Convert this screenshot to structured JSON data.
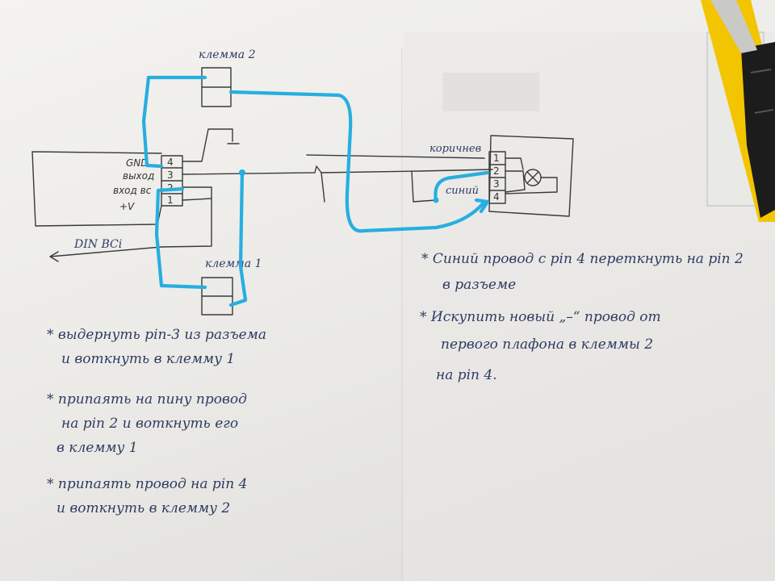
{
  "labels": {
    "terminal_2": "клемма 2",
    "terminal_1": "клемма 1",
    "gnd": "GND",
    "output": "выход",
    "input": "вход вс",
    "plus_v": "+V",
    "din": "DIN BCi",
    "brown": "коричнев",
    "blue_wire": "синий"
  },
  "pins_left": [
    "4",
    "3",
    "2",
    "1"
  ],
  "pins_right": [
    "1",
    "2",
    "3",
    "4"
  ],
  "notes_left": [
    [
      "* выдернуть pin-3 из разъема",
      "и воткнуть в клемму 1"
    ],
    [
      "* припаять на пину провод",
      "на pin 2 и воткнуть его",
      "в клемму 1"
    ],
    [
      "* припаять провод на pin 4",
      "и воткнуть в клемму 2"
    ]
  ],
  "notes_right": [
    [
      "* Синий провод с pin 4 переткнуть на pin 2",
      "в разъеме"
    ],
    [
      "* Искупить новый „–“ провод от",
      "первого плафона в клеммы 2",
      "на pin 4."
    ]
  ],
  "colors": {
    "wire_blue": "#27aee0",
    "ink": "#3a3a3a",
    "knife_yellow": "#f2c500",
    "knife_black": "#1c1c1c"
  }
}
